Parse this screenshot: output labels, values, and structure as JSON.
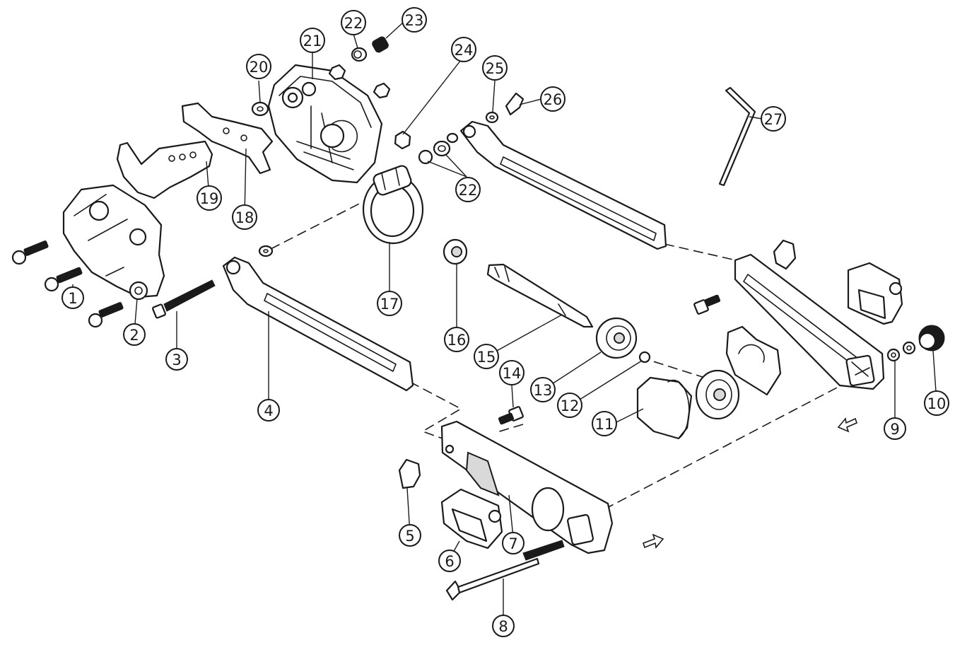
{
  "diagram": {
    "callouts": [
      {
        "id": "c1",
        "label": "1"
      },
      {
        "id": "c2",
        "label": "2"
      },
      {
        "id": "c3",
        "label": "3"
      },
      {
        "id": "c4",
        "label": "4"
      },
      {
        "id": "c5",
        "label": "5"
      },
      {
        "id": "c6",
        "label": "6"
      },
      {
        "id": "c7",
        "label": "7"
      },
      {
        "id": "c8",
        "label": "8"
      },
      {
        "id": "c9",
        "label": "9"
      },
      {
        "id": "c10",
        "label": "10"
      },
      {
        "id": "c11",
        "label": "11"
      },
      {
        "id": "c12",
        "label": "12"
      },
      {
        "id": "c13",
        "label": "13"
      },
      {
        "id": "c14",
        "label": "14"
      },
      {
        "id": "c15",
        "label": "15"
      },
      {
        "id": "c16",
        "label": "16"
      },
      {
        "id": "c17",
        "label": "17"
      },
      {
        "id": "c18",
        "label": "18"
      },
      {
        "id": "c19",
        "label": "19"
      },
      {
        "id": "c20",
        "label": "20"
      },
      {
        "id": "c21",
        "label": "21"
      },
      {
        "id": "c22a",
        "label": "22"
      },
      {
        "id": "c22b",
        "label": "22"
      },
      {
        "id": "c23",
        "label": "23"
      },
      {
        "id": "c24",
        "label": "24"
      },
      {
        "id": "c25",
        "label": "25"
      },
      {
        "id": "c26",
        "label": "26"
      },
      {
        "id": "c27",
        "label": "27"
      }
    ]
  }
}
